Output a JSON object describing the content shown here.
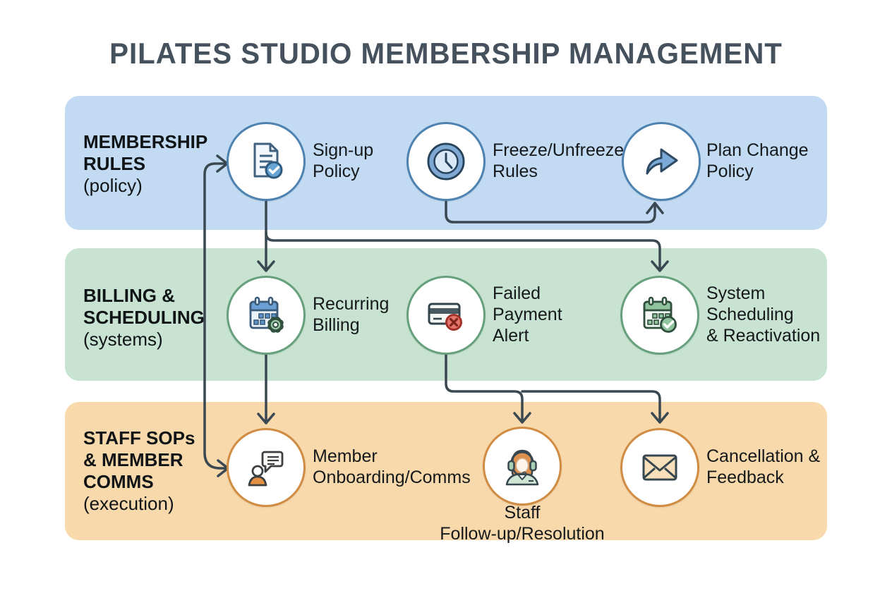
{
  "title": "PILATES STUDIO MEMBERSHIP MANAGEMENT",
  "colors": {
    "band_policy_bg": "#c2dbf2",
    "band_systems_bg": "#c8e3d2",
    "band_execution_bg": "#f8d9ab",
    "node_border_policy": "#4e82b0",
    "node_border_systems": "#67a07d",
    "node_border_execution": "#cf8c42",
    "connector": "#3a4852",
    "title_color": "#45525e"
  },
  "bands": [
    {
      "title": "MEMBERSHIP\nRULES",
      "qualifier": "(policy)"
    },
    {
      "title": "BILLING &\nSCHEDULING",
      "qualifier": "(systems)"
    },
    {
      "title": "STAFF SOPs\n& MEMBER\nCOMMS",
      "qualifier": "(execution)"
    }
  ],
  "nodes": {
    "sign_up": {
      "label": "Sign-up\nPolicy",
      "icon": "document-check-icon"
    },
    "freeze": {
      "label": "Freeze/Unfreeze\nRules",
      "icon": "clock-icon"
    },
    "plan_change": {
      "label": "Plan Change\nPolicy",
      "icon": "share-arrow-icon"
    },
    "recurring": {
      "label": "Recurring\nBilling",
      "icon": "calendar-gear-icon"
    },
    "failed_payment": {
      "label": "Failed\nPayment\nAlert",
      "icon": "card-declined-icon"
    },
    "system_scheduling": {
      "label": "System\nScheduling\n& Reactivation",
      "icon": "calendar-check-icon"
    },
    "member_onboarding": {
      "label": "Member\nOnboarding/Comms",
      "icon": "person-chat-icon"
    },
    "staff_followup": {
      "label": "Staff\nFollow-up/Resolution",
      "icon": "support-agent-icon"
    },
    "cancellation": {
      "label": "Cancellation &\nFeedback",
      "icon": "envelope-icon"
    }
  },
  "edges": [
    {
      "from": "sign_up",
      "to": "recurring",
      "bidirectional": false
    },
    {
      "from": "sign_up",
      "to": "system_scheduling",
      "bidirectional": false
    },
    {
      "from": "freeze",
      "to": "plan_change",
      "bidirectional": false
    },
    {
      "from": "recurring",
      "to": "member_onboarding",
      "bidirectional": false
    },
    {
      "from": "failed_payment",
      "to": "staff_followup",
      "bidirectional": false
    },
    {
      "from": "failed_payment",
      "to": "cancellation",
      "bidirectional": false
    },
    {
      "from": "sign_up",
      "to": "member_onboarding",
      "bidirectional": true
    }
  ]
}
